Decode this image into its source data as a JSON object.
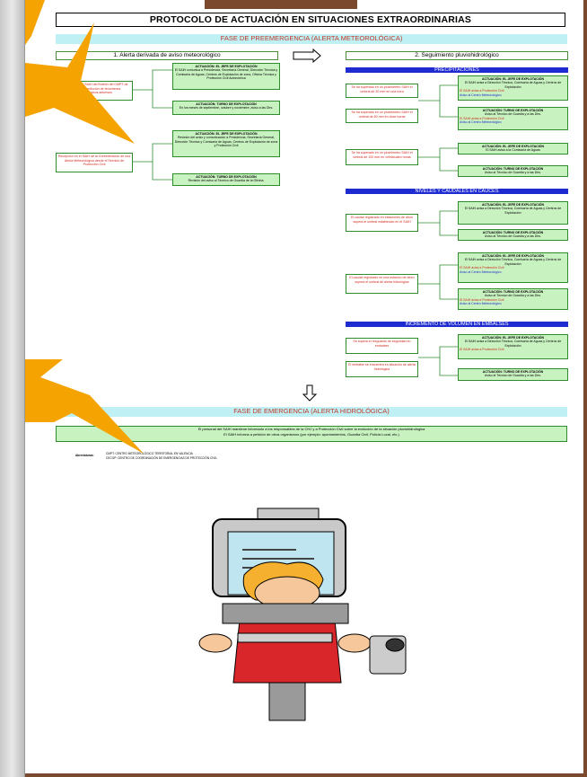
{
  "document": {
    "title": "PROTOCOLO DE ACTUACIÓN EN SITUACIONES EXTRAORDINARIAS",
    "preemergency_bar": "FASE DE PREEMERGENCIA (ALERTA METEOROLÓGICA)",
    "emergency_bar": "FASE DE EMERGENCIA (ALERTA HIDROLÓGICA)",
    "left_section": "1. Alerta derivada de aviso meteorológico",
    "right_section": "2. Seguimiento pluviohidrológico",
    "precip_bar": "PRECIPITACIONES",
    "niveles_bar": "NIVELES Y CAUDALES EN CAUCES",
    "incremento_bar": "INCREMENTO DE VOLUMEN EN EMBALSES",
    "left_red_1": "Recepción en el SAIH del Boletín del CMPT de vigilancia y predicción de fenómenos meteorológicos adversos",
    "left_red_2": "Recepción en el SAIH de la Confederación de una Alerta Meteorológica desde el Servicio de Protección Civil",
    "left_green_1_h": "ACTUACIÓN: EL JEFE DE EXPLOTACIÓN",
    "left_green_1_t": "El SAIH comunica a Presidencia, Secretaría General, Dirección Técnica y Comisaría de Aguas, Centros de Explotación de zona, Oficina Técnica y Protección Civil Autonómica",
    "left_green_2_h": "ACTUACIÓN: TURNO DE EXPLOTACIÓN",
    "left_green_2_t": "En los meses de septiembre, octubre y noviembre, aviso a las Dirs.",
    "left_green_3_h": "ACTUACIÓN: EL JEFE DE EXPLOTACIÓN",
    "left_green_3_t": "Revisión del aviso y comunicación a Presidencia, Secretaría General, Dirección Técnica y Comisaría de Aguas, Centros de Explotación de zona y Protección Civil",
    "left_green_4_h": "ACTUACIÓN: TURNO DE EXPLOTACIÓN",
    "left_green_4_t": "Revisión del aviso al Técnico de Guardia de la Oficina.",
    "right_red_1": "Se ha superado en un pluviómetro SAIH el umbral de 30 mm en una hora",
    "right_red_2": "Se ha superado en un pluviómetro SAIH el umbral de 60 mm en doce horas",
    "right_red_3": "Se ha superado en un pluviómetro SAIH el umbral de 100 mm en veinticuatro horas",
    "right_red_4": "El caudal registrado en estaciones de aforo supera el umbral establecido en el SAIH",
    "right_red_5": "El caudal registrado en una estación de aforo supera el umbral de alerta hidrológica",
    "right_red_6": "Se supera el resguardo de seguridad en embalses",
    "right_red_7": "El embalse se encuentra en situación de alerta hidrológica",
    "right_green_h": "ACTUACIÓN: EL JEFE DE EXPLOTACIÓN",
    "right_green_h2": "ACTUACIÓN: TURNO DE EXPLOTACIÓN",
    "right_green_t1": "El SAIH avisa a Dirección Técnica, Comisaría de Aguas y Centros de Explotación",
    "right_green_r1": "El SAIH avisa a Protección Civil",
    "right_green_b1": "Aviso al Centro Meteorológico",
    "right_green_t2": "Aviso al Técnico de Guardia y a las Dirs.",
    "right_green_t3": "El SAIH avisa a la Comisaría de Aguas",
    "bottom_line_1": "El personal del SAIH mantiene informado a los responsables de la CHJ y a Protección Civil sobre la evolución de la situación pluviohidrológica",
    "bottom_line_2": "El SAIH informa a petición de otros organismos (por ejemplo: ayuntamientos, Guardia Civil, Policía Local, etc.)",
    "footnote_label": "Abreviaturas:",
    "footnote_1": "CMPT: CENTRO METEOROLÓGICO TERRITORIAL EN VALENCIA",
    "footnote_2": "CECOP: CENTRO DE COORDINACIÓN DE EMERGENCIAS DE PROTECCIÓN CIVIL"
  },
  "colors": {
    "frame": "#7b4a2e",
    "cyan": "#bff0f3",
    "green": "#c8f2c0",
    "blue": "#1e2bd1",
    "red_text": "#d12a1f",
    "callout": "#f5a300"
  }
}
